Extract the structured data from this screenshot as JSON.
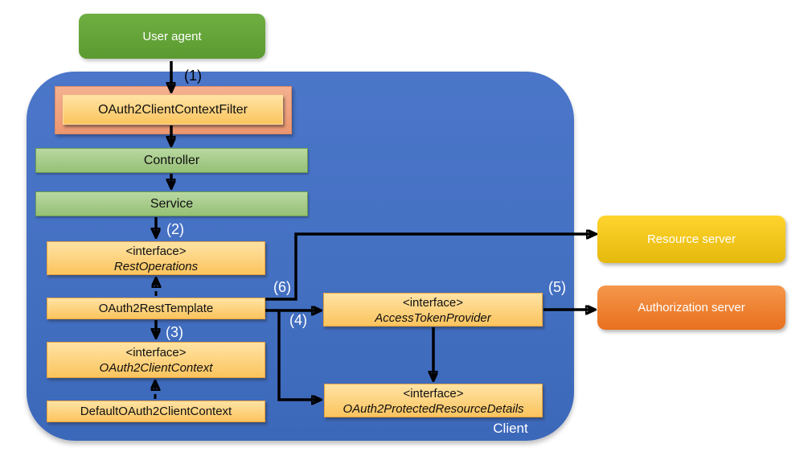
{
  "diagram": {
    "nodes": {
      "user_agent": "User agent",
      "filter": "OAuth2ClientContextFilter",
      "controller": "Controller",
      "service": "Service",
      "rest_operations": {
        "stereotype": "<interface>",
        "name": "RestOperations"
      },
      "rest_template": "OAuth2RestTemplate",
      "client_context": {
        "stereotype": "<interface>",
        "name": "OAuth2ClientContext"
      },
      "default_client_context": "DefaultOAuth2ClientContext",
      "access_token_provider": {
        "stereotype": "<interface>",
        "name": "AccessTokenProvider"
      },
      "protected_resource_details": {
        "stereotype": "<interface>",
        "name": "OAuth2ProtectedResourceDetails"
      },
      "resource_server": "Resource server",
      "authorization_server": "Authorization server"
    },
    "container_label": "Client",
    "steps": {
      "s1": "(1)",
      "s2": "(2)",
      "s3": "(3)",
      "s4": "(4)",
      "s5": "(5)",
      "s6": "(6)"
    }
  },
  "colors": {
    "blue_top": "#4B76C9",
    "blue_bottom": "#3C68BA",
    "green_dark_top": "#6FAE41",
    "green_dark_bottom": "#5B9A30",
    "green_light_top": "#B9D8A1",
    "green_light_bottom": "#96C076",
    "green_border": "#6F9F4F",
    "salmon_top": "#F4B190",
    "salmon_bottom": "#EC9670",
    "salmon_border": "#DE8A64",
    "orange_top": "#FFE3A4",
    "orange_bottom": "#FBC45E",
    "orange_border": "#E9A33B",
    "yellow_top": "#FFD42D",
    "yellow_bottom": "#E5B90D",
    "orange_srv_top": "#F5974B",
    "orange_srv_bottom": "#E8701E",
    "arrow": "#000000"
  }
}
